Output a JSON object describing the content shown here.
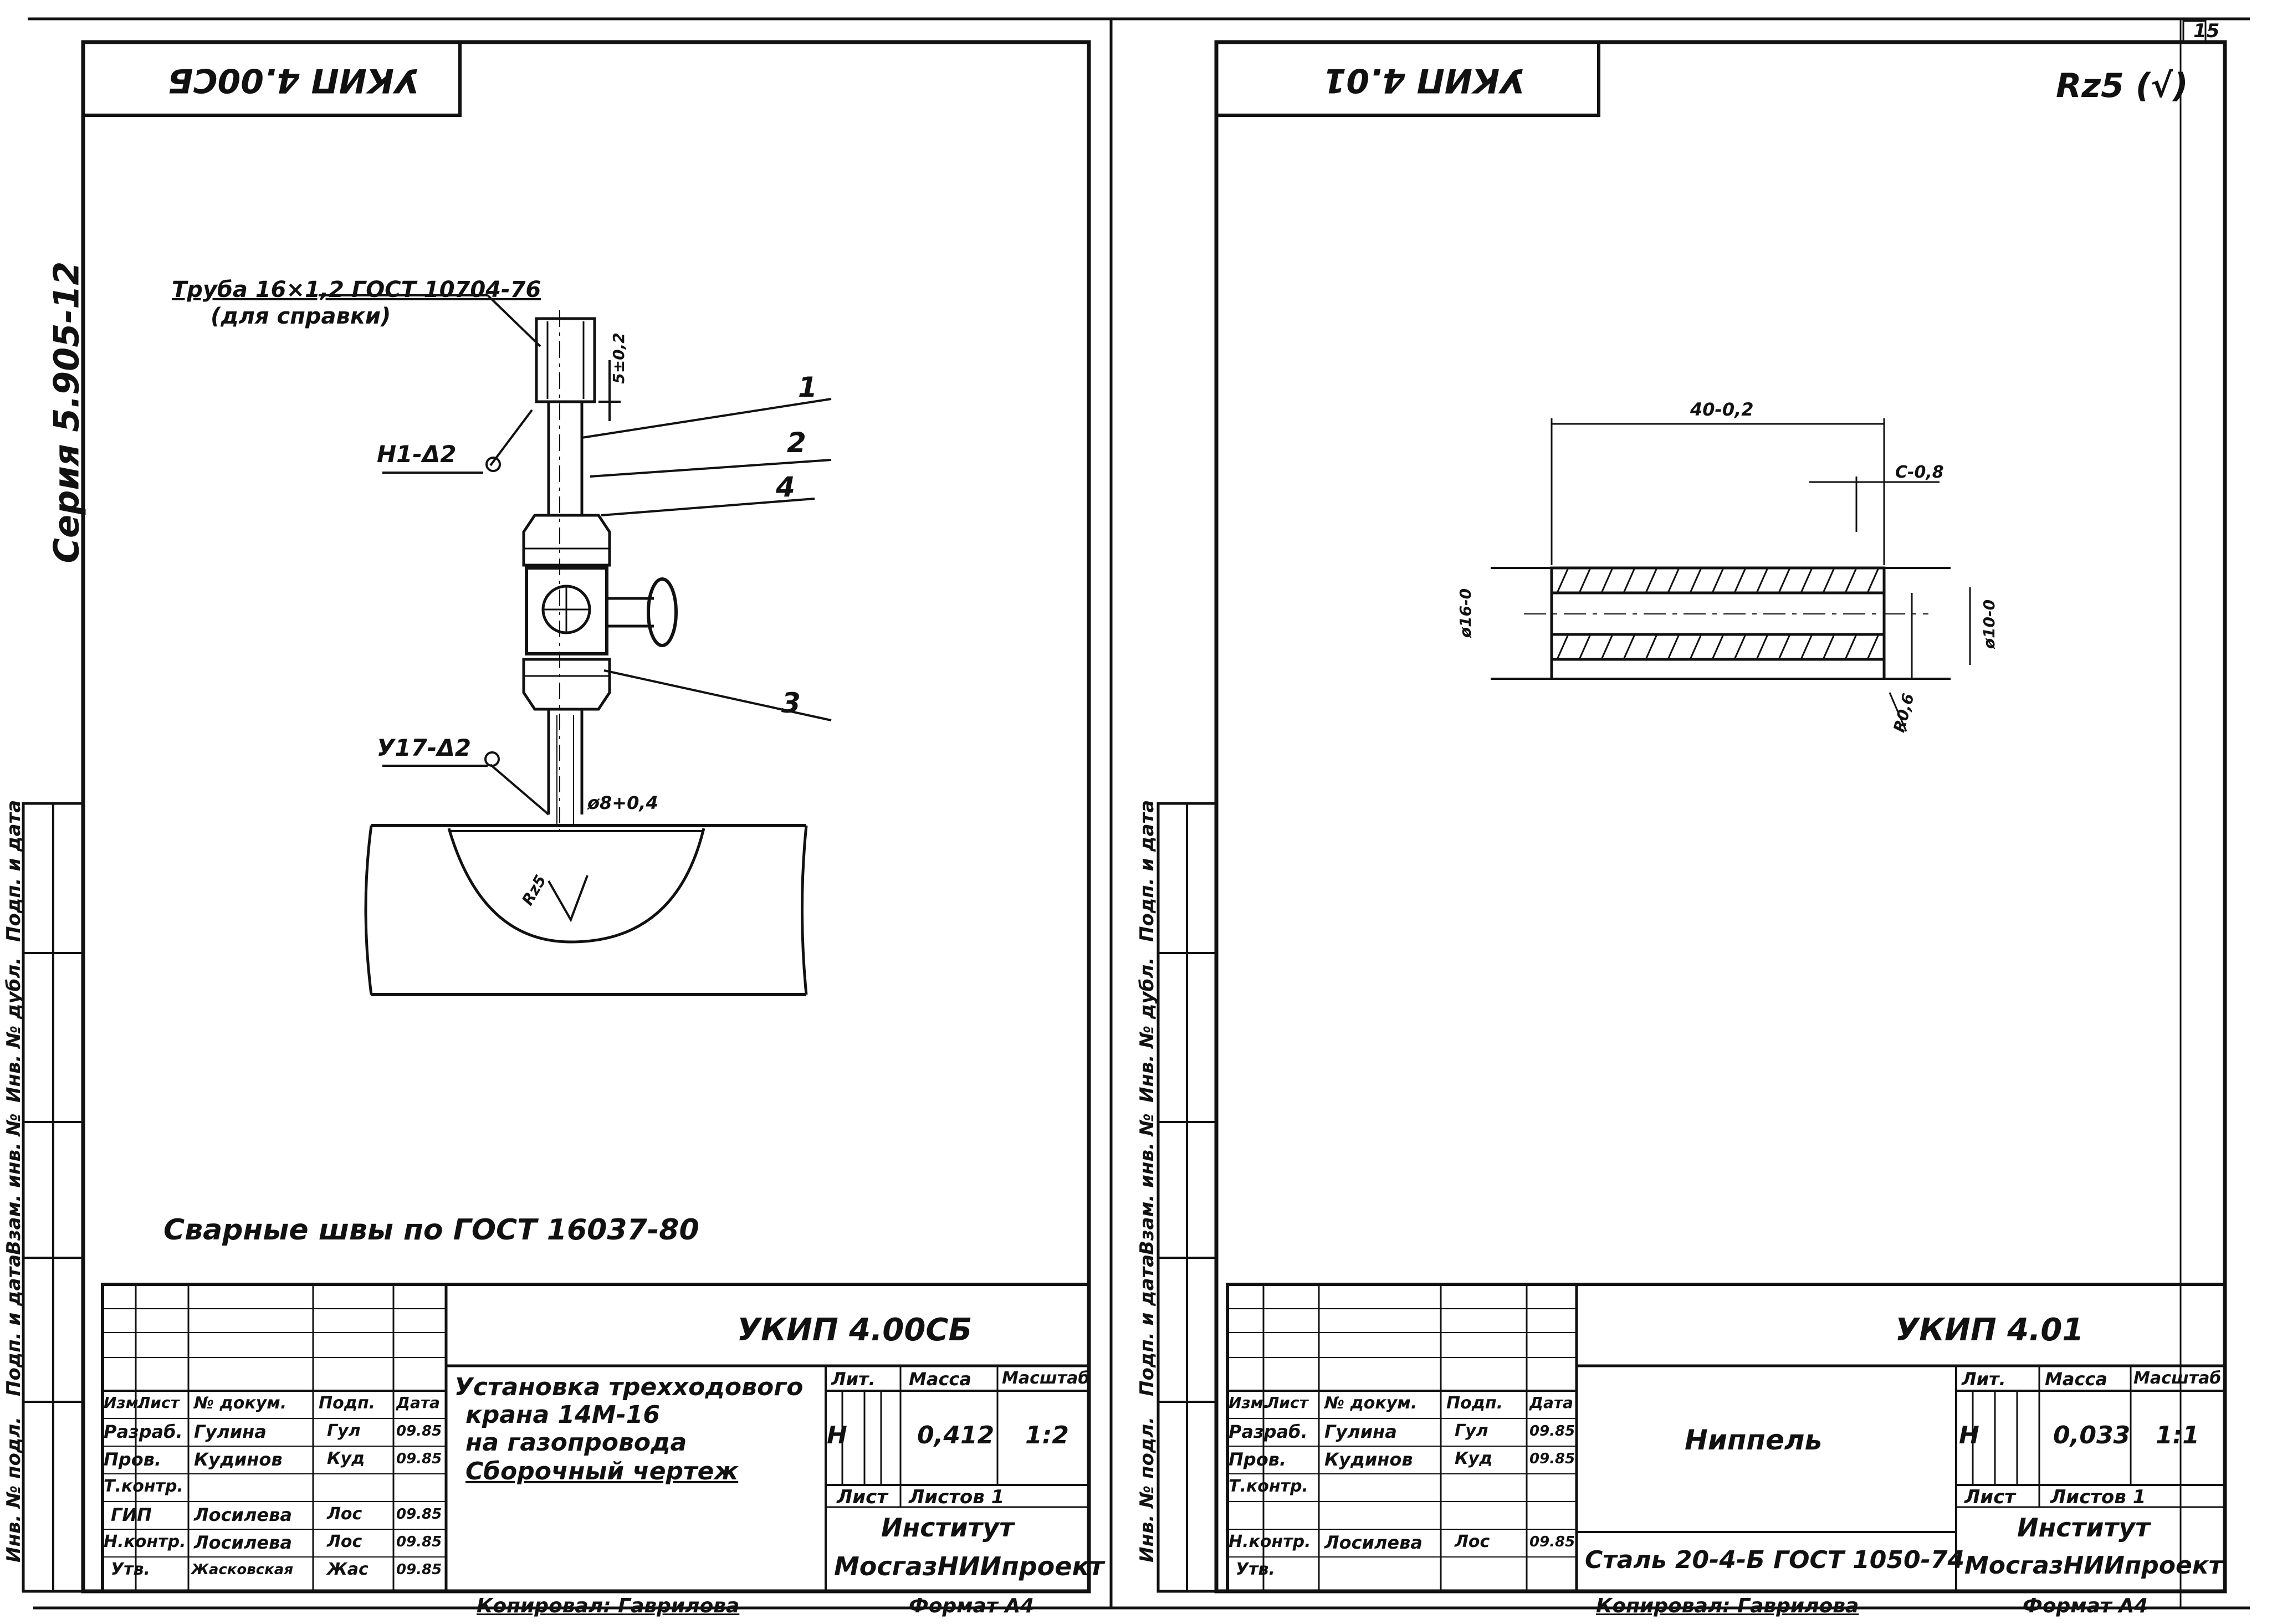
{
  "page_number": "15",
  "series_label": "Серия 5.905-12",
  "left_sheet": {
    "code_box": "УКИП 4.00СБ",
    "pipe_note": "Труба 16×1,2 ГОСТ 10704-76",
    "pipe_note_sub": "(для справки)",
    "weld_h1": "Н1-Δ2",
    "weld_u17": "У17-Δ2",
    "dim_top": "5±0,2",
    "dim_bore": "ø8+0,4",
    "roughness": "Rz5",
    "callouts": [
      "1",
      "2",
      "4",
      "3"
    ],
    "weld_note": "Сварные швы по ГОСТ 16037-80",
    "title_block": {
      "doc_code": "УКИП 4.00СБ",
      "name_lines": [
        "Установка трехходового",
        "крана 14М-16",
        "на газопровода",
        "Сборочный чертеж"
      ],
      "lit_header": "Лит.",
      "mass_header": "Масса",
      "scale_header": "Масштаб",
      "lit_value": "Н",
      "mass_value": "0,412",
      "scale_value": "1:2",
      "sheet_label": "Лист",
      "sheets_label": "Листов 1",
      "institute_line1": "Институт",
      "institute_line2": "МосгазНИИпроект",
      "rows": [
        {
          "role": "Изм.",
          "name": "Лист",
          "doc": "№ докум.",
          "sign": "Подп.",
          "date": "Дата"
        },
        {
          "role": "Разраб.",
          "name": "Гулина",
          "doc": "",
          "sign": "Гул",
          "date": "09.85"
        },
        {
          "role": "Пров.",
          "name": "Кудинов",
          "doc": "",
          "sign": "Куд",
          "date": "09.85"
        },
        {
          "role": "Т.контр.",
          "name": "",
          "doc": "",
          "sign": "",
          "date": ""
        },
        {
          "role": "ГИП",
          "name": "Лосилева",
          "doc": "",
          "sign": "Лос",
          "date": "09.85"
        },
        {
          "role": "Н.контр.",
          "name": "Лосилева",
          "doc": "",
          "sign": "Лос",
          "date": "09.85"
        },
        {
          "role": "Утв.",
          "name": "Жасковская",
          "doc": "",
          "sign": "Жас",
          "date": "09.85"
        }
      ],
      "copied": "Копировал: Гаврилова",
      "format": "Формат А4"
    }
  },
  "right_sheet": {
    "code_box": "УКИП 4.01",
    "roughness_corner": "Rz5 (√)",
    "dim_length": "40-0,2",
    "dim_chamfer": "С-0,8",
    "dim_outer": "ø16-0",
    "dim_inner": "ø10-0",
    "dim_radius": "R0,6",
    "title_block": {
      "doc_code": "УКИП 4.01",
      "part_name": "Ниппель",
      "material": "Сталь 20-4-Б ГОСТ 1050-74",
      "lit_header": "Лит.",
      "mass_header": "Масса",
      "scale_header": "Масштаб",
      "lit_value": "Н",
      "mass_value": "0,033",
      "scale_value": "1:1",
      "sheet_label": "Лист",
      "sheets_label": "Листов 1",
      "institute_line1": "Институт",
      "institute_line2": "МосгазНИИпроект",
      "rows": [
        {
          "role": "Изм.",
          "name": "Лист",
          "doc": "№ докум.",
          "sign": "Подп.",
          "date": "Дата"
        },
        {
          "role": "Разраб.",
          "name": "Гулина",
          "doc": "",
          "sign": "Гул",
          "date": "09.85"
        },
        {
          "role": "Пров.",
          "name": "Кудинов",
          "doc": "",
          "sign": "Куд",
          "date": "09.85"
        },
        {
          "role": "Т.контр.",
          "name": "",
          "doc": "",
          "sign": "",
          "date": ""
        },
        {
          "role": "",
          "name": "",
          "doc": "",
          "sign": "",
          "date": ""
        },
        {
          "role": "Н.контр.",
          "name": "Лосилева",
          "doc": "",
          "sign": "Лос",
          "date": "09.85"
        },
        {
          "role": "Утв.",
          "name": "",
          "doc": "",
          "sign": "",
          "date": ""
        }
      ],
      "copied": "Копировал: Гаврилова",
      "format": "Формат А4"
    }
  },
  "side_stamp_labels": [
    "Подп. и дата",
    "Инв. № дубл.",
    "Взам. инв. №",
    "Подп. и дата",
    "Инв. № подл."
  ]
}
